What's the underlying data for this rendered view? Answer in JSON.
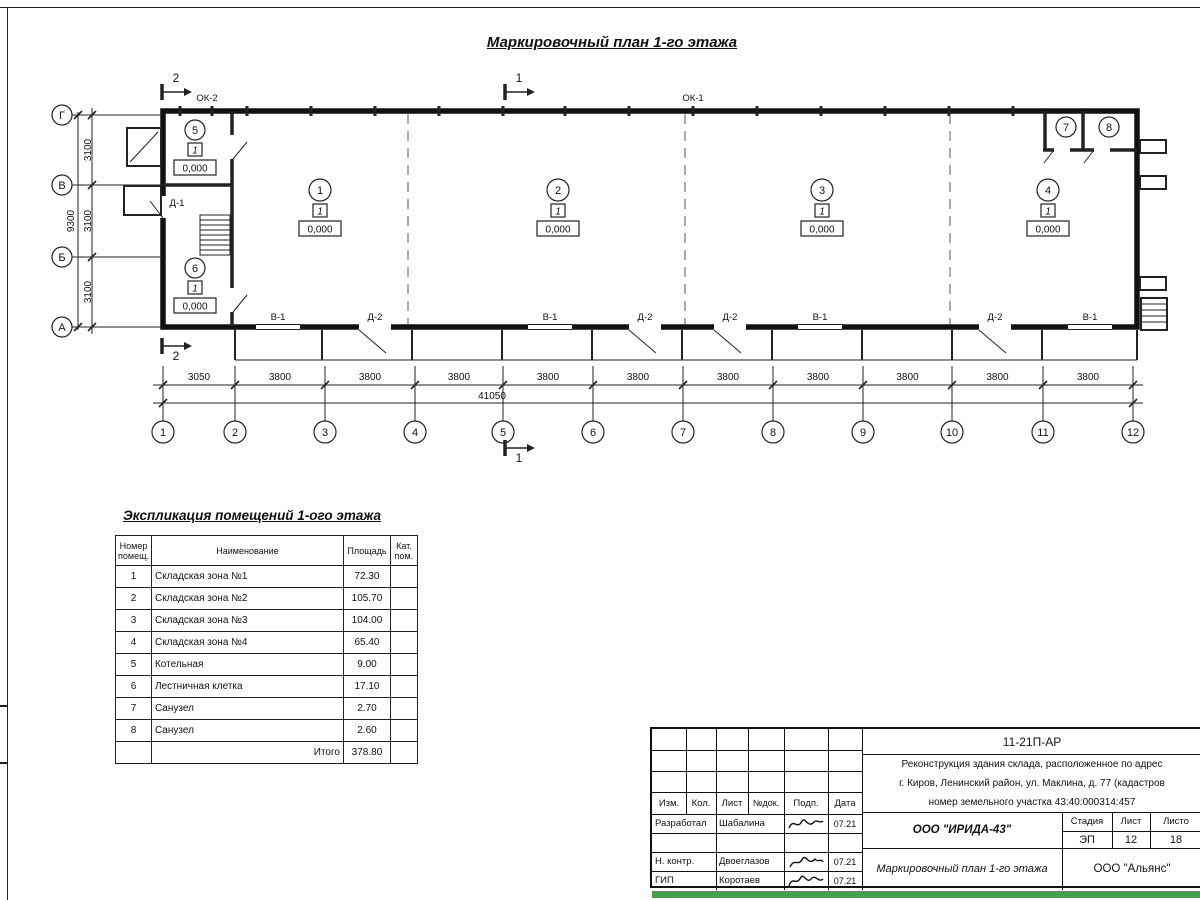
{
  "page": {
    "plan_title": "Маркировочный план 1-го этажа"
  },
  "plan": {
    "axes_bottom": [
      "1",
      "2",
      "3",
      "4",
      "5",
      "6",
      "7",
      "8",
      "9",
      "10",
      "11",
      "12"
    ],
    "axes_left": [
      "Г",
      "В",
      "Б",
      "А"
    ],
    "dims_bottom": [
      "3050",
      "3800",
      "3800",
      "3800",
      "3800",
      "3800",
      "3800",
      "3800",
      "3800",
      "3800",
      "3800"
    ],
    "dim_total_bottom": "41050",
    "dims_left": [
      "3100",
      "3100",
      "3100"
    ],
    "dim_total_left": "9300",
    "window_labels": {
      "ok1": "ОК-1",
      "ok2": "ОК-2",
      "d1": "Д-1"
    },
    "zone_marks": [
      {
        "num": "1",
        "floor": "1",
        "level": "0,000"
      },
      {
        "num": "2",
        "floor": "1",
        "level": "0,000"
      },
      {
        "num": "3",
        "floor": "1",
        "level": "0,000"
      },
      {
        "num": "4",
        "floor": "1",
        "level": "0,000"
      },
      {
        "num": "5",
        "floor": "1",
        "level": "0,000"
      },
      {
        "num": "6",
        "floor": "1",
        "level": "0,000"
      }
    ],
    "corner_rooms": [
      "7",
      "8"
    ],
    "bottom_wall_labels": [
      "В-1",
      "Д-2",
      "В-1",
      "Д-2",
      "Д-2",
      "В-1",
      "Д-2",
      "В-1"
    ],
    "section_marks": [
      "2",
      "1",
      "2",
      "1"
    ]
  },
  "explication": {
    "title": "Экспликация помещений 1-ого этажа",
    "headers": [
      "Номер помещ.",
      "Наименование",
      "Площадь",
      "Кат. пом."
    ],
    "rows": [
      [
        "1",
        "Складская зона №1",
        "72.30"
      ],
      [
        "2",
        "Складская зона №2",
        "105.70"
      ],
      [
        "3",
        "Складская зона №3",
        "104.00"
      ],
      [
        "4",
        "Складская зона №4",
        "65.40"
      ],
      [
        "5",
        "Котельная",
        "9.00"
      ],
      [
        "6",
        "Лестничная клетка",
        "17.10"
      ],
      [
        "7",
        "Санузел",
        "2.70"
      ],
      [
        "8",
        "Санузел",
        "2.60"
      ]
    ],
    "total_label": "Итого",
    "total_value": "378.80"
  },
  "titleblock": {
    "code": "11-21П-АР",
    "description_lines": [
      "Реконструкция здания склада, расположенное по адрес",
      "г. Киров, Ленинский район, ул. Маклина, д. 77 (кадастров",
      "номер земельного участка 43:40:000314:457"
    ],
    "header_cols": [
      "Изм.",
      "Кол.",
      "Лист",
      "№док.",
      "Подп.",
      "Дата"
    ],
    "staff": [
      {
        "role": "Разработал",
        "name": "Шабалина",
        "date": "07.21"
      },
      {
        "role": "Н. контр.",
        "name": "Двоеглазов",
        "date": "07.21"
      },
      {
        "role": "ГИП",
        "name": "Коротаев",
        "date": "07.21"
      }
    ],
    "company": "ООО \"ИРИДА-43\"",
    "stage_label": "Стадия",
    "sheet_label": "Лист",
    "sheets_label": "Листо",
    "stage_value": "ЭП",
    "sheet_value": "12",
    "sheets_value": "18",
    "doc_title": "Маркировочный план 1-го этажа",
    "company2": "ООО \"Альянс\""
  }
}
